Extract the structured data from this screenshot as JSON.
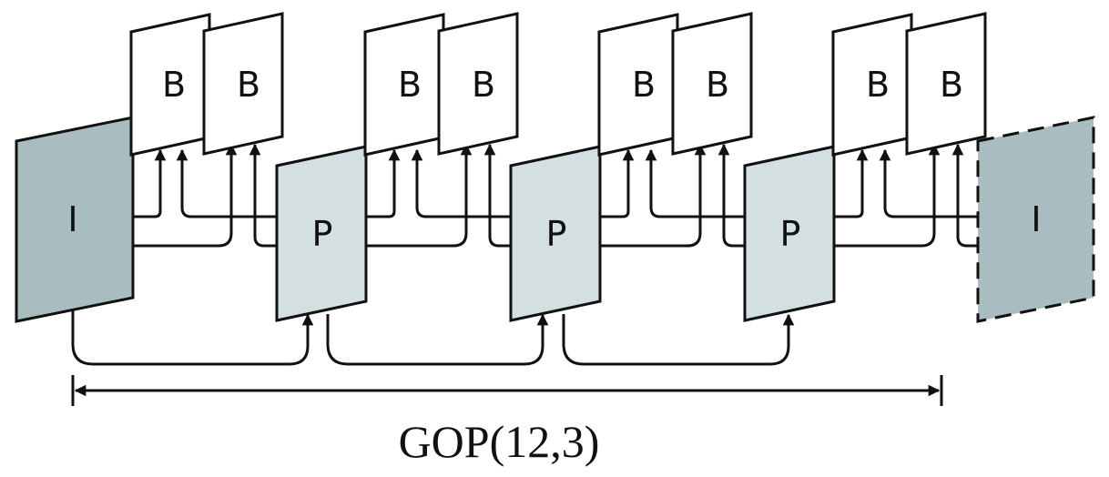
{
  "colors": {
    "i_frame_fill": "#a9bdc0",
    "p_frame_fill": "#d3dfe0",
    "b_frame_fill": "#ffffff",
    "stroke": "#111111"
  },
  "frames": [
    {
      "type": "I",
      "label": "I",
      "style": "solid"
    },
    {
      "type": "B",
      "label": "B"
    },
    {
      "type": "B",
      "label": "B"
    },
    {
      "type": "P",
      "label": "P"
    },
    {
      "type": "B",
      "label": "B"
    },
    {
      "type": "B",
      "label": "B"
    },
    {
      "type": "P",
      "label": "P"
    },
    {
      "type": "B",
      "label": "B"
    },
    {
      "type": "B",
      "label": "B"
    },
    {
      "type": "P",
      "label": "P"
    },
    {
      "type": "B",
      "label": "B"
    },
    {
      "type": "B",
      "label": "B"
    },
    {
      "type": "I",
      "label": "I",
      "style": "dashed"
    }
  ],
  "caption": "GOP(12,3)"
}
